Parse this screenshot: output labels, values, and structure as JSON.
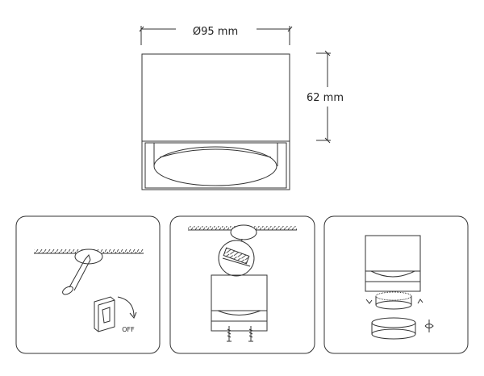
{
  "product": {
    "diameter_label": "Ø95 mm",
    "height_label": "62 mm"
  },
  "steps": [
    {
      "switch_label": "OFF"
    },
    {},
    {}
  ],
  "colors": {
    "line": "#333333",
    "background": "#ffffff"
  }
}
